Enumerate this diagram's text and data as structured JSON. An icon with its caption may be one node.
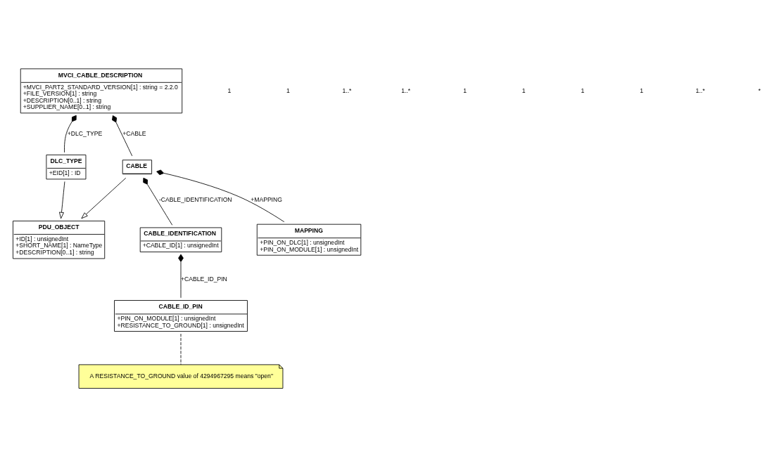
{
  "diagram": {
    "nodes": [
      {
        "text": [
          "MVCI_CABLE_DESCRIPTION",
          "+MVCI_PART2_STANDARD_VERSION[1] : string = 2.2.0",
          "+FILE_VERSION[1] : string",
          "+DESCRIPTION[0..1] : string",
          "+SUPPLIER_NAME[0..1] : string"
        ]
      },
      {
        "text": [
          "DLC_TYPE",
          "+EID[1] : ID"
        ]
      },
      {
        "text": [
          "CABLE"
        ]
      },
      {
        "text": [
          "CABLE_IDENTIFICATION",
          "+CABLE_ID[1] : unsignedInt"
        ]
      },
      {
        "text": [
          "PDU_OBJECT",
          "+ID[1] : unsignedInt",
          "+SHORT_NAME[1] : NameType",
          "+DESCRIPTION[0..1] : string"
        ]
      },
      {
        "text": [
          "MAPPING",
          "+PIN_ON_DLC[1] : unsignedInt",
          "+PIN_ON_MODULE[1] : unsignedInt"
        ]
      },
      {
        "text": [
          "CABLE_ID_PIN",
          "+PIN_ON_MODULE[1] : unsignedInt",
          "+RESISTANCE_TO_GROUND[1] : unsignedInt"
        ]
      },
      {
        "text": [
          "A RESISTANCE_TO_GROUND value of 4294967295 means \"open\""
        ]
      }
    ],
    "edges": [
      {
        "from": 0,
        "to": 1,
        "arrow": "other",
        "label": "+DLC_TYPE"
      },
      {
        "from": 0,
        "to": 2,
        "arrow": "other",
        "label": "+CABLE"
      },
      {
        "from": 2,
        "to": 3,
        "arrow": "other",
        "label": "-CABLE_IDENTIFICATION"
      },
      {
        "from": 2,
        "to": 5,
        "arrow": "other",
        "label": "+MAPPING"
      },
      {
        "from": 3,
        "to": 6,
        "arrow": "other",
        "label": "+CABLE_ID_PIN"
      },
      {
        "from": 1,
        "to": 4,
        "arrow": "to"
      },
      {
        "from": 2,
        "to": 4,
        "arrow": "to"
      },
      {
        "from": 6,
        "to": 7,
        "arrow": "none",
        "style": "dashed"
      }
    ],
    "labels": [
      "1",
      "1",
      "1..*",
      "1..*",
      "1",
      "1",
      "1",
      "1",
      "1..*",
      "*"
    ]
  }
}
